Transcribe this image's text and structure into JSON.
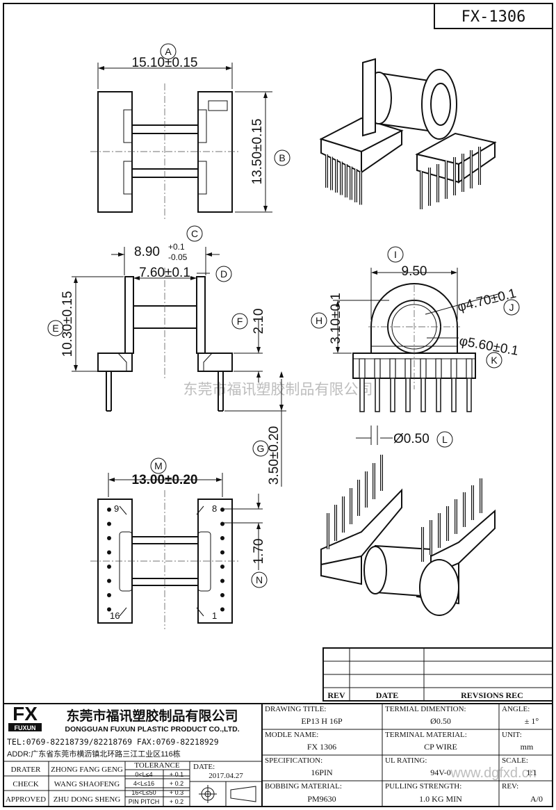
{
  "part_number": "FX-1306",
  "watermark_cn": "东莞市福讯塑胶制品有限公司",
  "watermark_url": "www.dgfxd.cn",
  "dimensions": {
    "A": {
      "letter": "A",
      "text": "15.10±0.15"
    },
    "B": {
      "letter": "B",
      "text": "13.50±0.15"
    },
    "C": {
      "letter": "C",
      "text": "8.90",
      "upper": "+0.1",
      "lower": "-0.05"
    },
    "D": {
      "letter": "D",
      "text": "7.60±0.1"
    },
    "E": {
      "letter": "E",
      "text": "10.30±0.15"
    },
    "F": {
      "letter": "F",
      "text": "2.10"
    },
    "G": {
      "letter": "G",
      "text": "3.50±0.20"
    },
    "H": {
      "letter": "H",
      "text": "3.10±0.1"
    },
    "I": {
      "letter": "I",
      "text": "9.50"
    },
    "J": {
      "letter": "J",
      "text": "φ4.70±0.1"
    },
    "K": {
      "letter": "K",
      "text": "φ5.60±0.1"
    },
    "L": {
      "letter": "L",
      "text": "Ø0.50"
    },
    "M": {
      "letter": "M",
      "text": "13.00±0.20"
    },
    "N": {
      "letter": "N",
      "text": "1.70"
    }
  },
  "pin_labels": {
    "p9": "9",
    "p8": "8",
    "p16": "16",
    "p1": "1"
  },
  "revision_table": {
    "rev": "REV",
    "date": "DATE",
    "revisions": "REVSIONS REC"
  },
  "company": {
    "logo": "FX",
    "logo_sub": "FUXUN",
    "name_cn": "东莞市福讯塑胶制品有限公司",
    "name_en": "DONGGUAN FUXUN PLASTIC PRODUCT CO.,LTD.",
    "tel": "TEL:0769-82218739/82218769 FAX:0769-82218929",
    "addr": "ADDR:广东省东莞市横沥镇北环路三江工业区116栋"
  },
  "title_block": {
    "drawing_title_label": "DRAWING TITLE:",
    "drawing_title": "EP13 H 16P",
    "terminal_dim_label": "TERMIAL DIMENTION:",
    "terminal_dim": "Ø0.50",
    "angle_label": "ANGLE:",
    "angle": "± 1°",
    "model_label": "MODLE NAME:",
    "model": "FX 1306",
    "terminal_mat_label": "TERMINAL MATERIAL:",
    "terminal_mat": "CP WIRE",
    "unit_label": "UNIT:",
    "unit": "mm",
    "spec_label": "SPECIFICATION:",
    "spec": "16PIN",
    "ul_label": "UL RATING:",
    "ul": "94V-0",
    "scale_label": "SCALE:",
    "scale": "1:1",
    "bobbin_mat_label": "BOBBING MATERIAL:",
    "bobbin_mat": "PM9630",
    "pulling_label": "PULLING STRENGTH:",
    "pulling": "1.0 KG MIN",
    "rev_label": "REV:",
    "rev": "A/0",
    "drater_label": "DRATER",
    "drater": "ZHONG FANG GENG",
    "check_label": "CHECK",
    "check": "WANG SHAOFENG",
    "approved_label": "APPROVED",
    "approved": "ZHU DONG SHENG",
    "tolerance_label": "TOLERANCE",
    "tol": [
      {
        "range": "0<L≤4",
        "val": "+ 0.1"
      },
      {
        "range": "4<L≤16",
        "val": "+ 0.2"
      },
      {
        "range": "16<L≤50",
        "val": "+ 0.3"
      },
      {
        "range": "PIN PITCH",
        "val": "+ 0.2"
      }
    ],
    "date_label": "DATE:",
    "date": "2017.04.27"
  },
  "colors": {
    "line": "#111111",
    "watermark": "#c8c8c8",
    "logo_bg": "#111111"
  }
}
